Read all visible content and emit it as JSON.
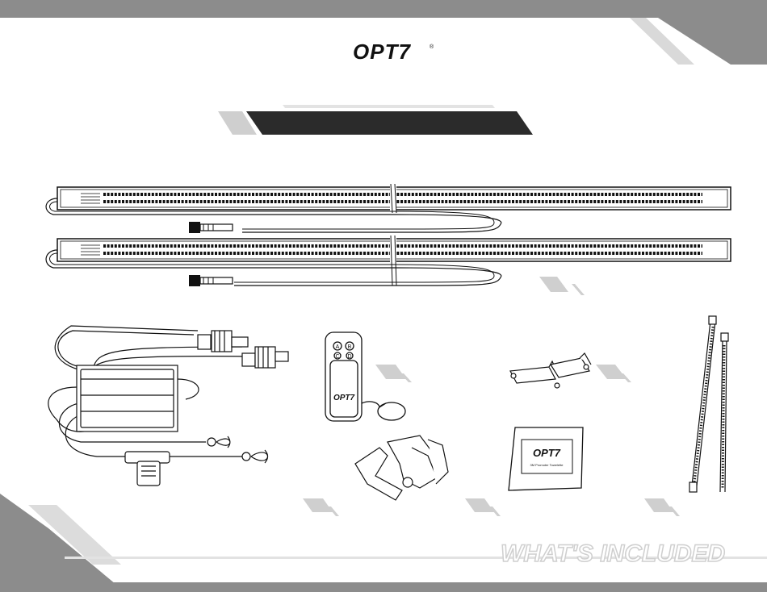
{
  "brand": {
    "logo_text": "OPT7",
    "registered_mark": "®"
  },
  "banner": {
    "heading": ""
  },
  "remote": {
    "buttons": [
      "A",
      "B",
      "C",
      "D"
    ],
    "logo_text": "OPT7"
  },
  "pouch": {
    "logo_text": "OPT7",
    "label": "3M Promoter Towelette"
  },
  "footer": {
    "title": "WHAT'S INCLUDED"
  },
  "colors": {
    "band_gray": "#8c8c8c",
    "banner_dark": "#2b2b2b",
    "accent_gray": "#c8c8c8"
  }
}
